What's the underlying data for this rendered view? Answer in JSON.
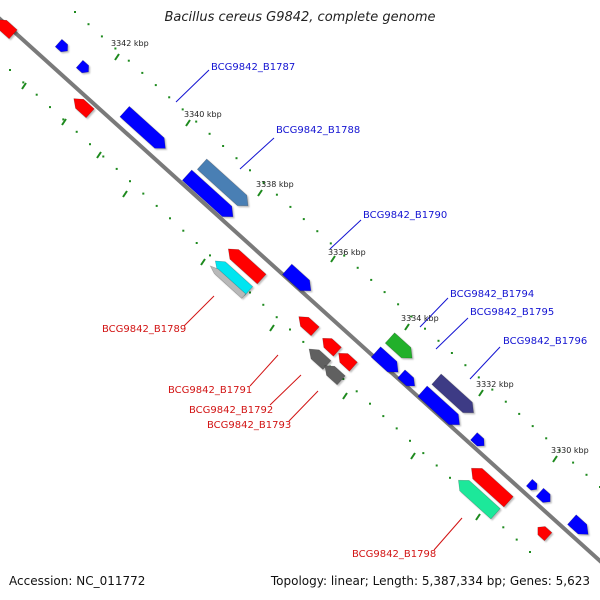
{
  "title": "Bacillus cereus G9842, complete genome",
  "accession": "Accession: NC_011772",
  "summary": "Topology: linear; Length: 5,387,334 bp; Genes: 5,623",
  "colors": {
    "backbone": "#7a7a7a",
    "tick_dot": "#1e8a1e",
    "forward_label": "#1414d2",
    "reverse_label": "#d21414"
  },
  "ticks": [
    "3342 kbp",
    "3340 kbp",
    "3338 kbp",
    "3336 kbp",
    "3334 kbp",
    "3332 kbp",
    "3330 kbp"
  ],
  "gene_labels": [
    {
      "name": "BCG9842_B1787",
      "strand": "forward"
    },
    {
      "name": "BCG9842_B1788",
      "strand": "forward"
    },
    {
      "name": "BCG9842_B1790",
      "strand": "forward"
    },
    {
      "name": "BCG9842_B1794",
      "strand": "forward"
    },
    {
      "name": "BCG9842_B1795",
      "strand": "forward"
    },
    {
      "name": "BCG9842_B1796",
      "strand": "forward"
    },
    {
      "name": "BCG9842_B1789",
      "strand": "reverse"
    },
    {
      "name": "BCG9842_B1791",
      "strand": "reverse"
    },
    {
      "name": "BCG9842_B1792",
      "strand": "reverse"
    },
    {
      "name": "BCG9842_B1793",
      "strand": "reverse"
    },
    {
      "name": "BCG9842_B1798",
      "strand": "reverse"
    }
  ]
}
